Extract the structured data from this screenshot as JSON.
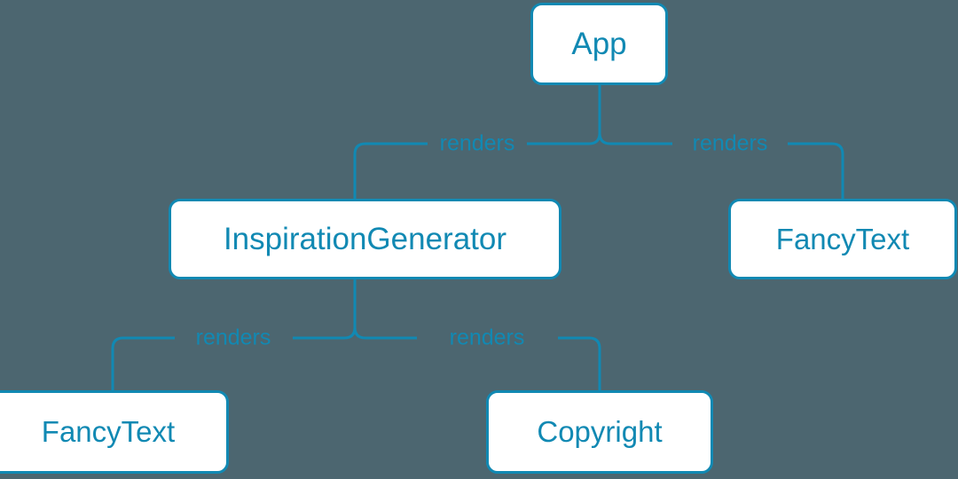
{
  "diagram": {
    "type": "component-tree",
    "background_color": "#4c6670",
    "accent_color": "#1189b3",
    "node_fill_color": "#ffffff",
    "nodes": [
      {
        "id": "app",
        "label": "App"
      },
      {
        "id": "inspiration-generator",
        "label": "InspirationGenerator"
      },
      {
        "id": "fancytext-right",
        "label": "FancyText"
      },
      {
        "id": "fancytext-bottom",
        "label": "FancyText"
      },
      {
        "id": "copyright",
        "label": "Copyright"
      }
    ],
    "edges": [
      {
        "from": "app",
        "to": "inspiration-generator",
        "label": "renders"
      },
      {
        "from": "app",
        "to": "fancytext-right",
        "label": "renders"
      },
      {
        "from": "inspiration-generator",
        "to": "fancytext-bottom",
        "label": "renders"
      },
      {
        "from": "inspiration-generator",
        "to": "copyright",
        "label": "renders"
      }
    ]
  }
}
